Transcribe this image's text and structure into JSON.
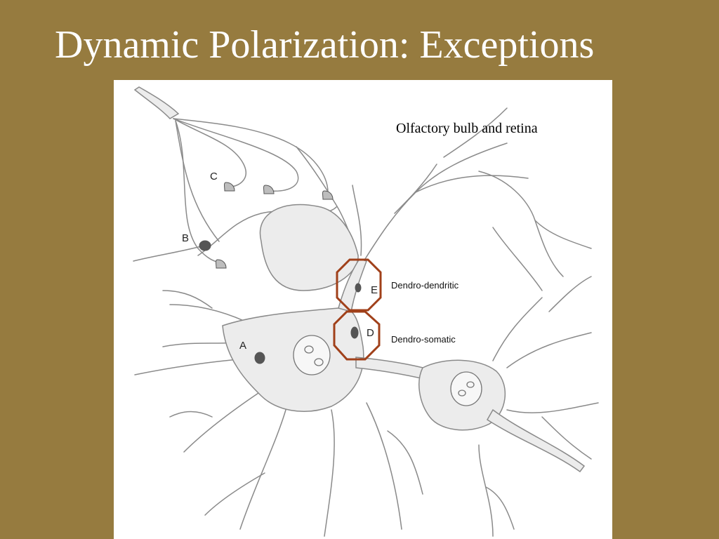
{
  "slide": {
    "title": "Dynamic Polarization: Exceptions",
    "background": "#967b3f"
  },
  "figure": {
    "caption": "Olfactory bulb and retina",
    "labels": {
      "a": "A",
      "b": "B",
      "c": "C",
      "d": "D",
      "e": "E"
    },
    "annotations": {
      "dendro_dendritic": "Dendro-dendritic",
      "dendro_somatic": "Dendro-somatic"
    },
    "highlight_color": "#a0401a",
    "neuron_fill": "#ececec",
    "terminal_fill": "#555555"
  }
}
